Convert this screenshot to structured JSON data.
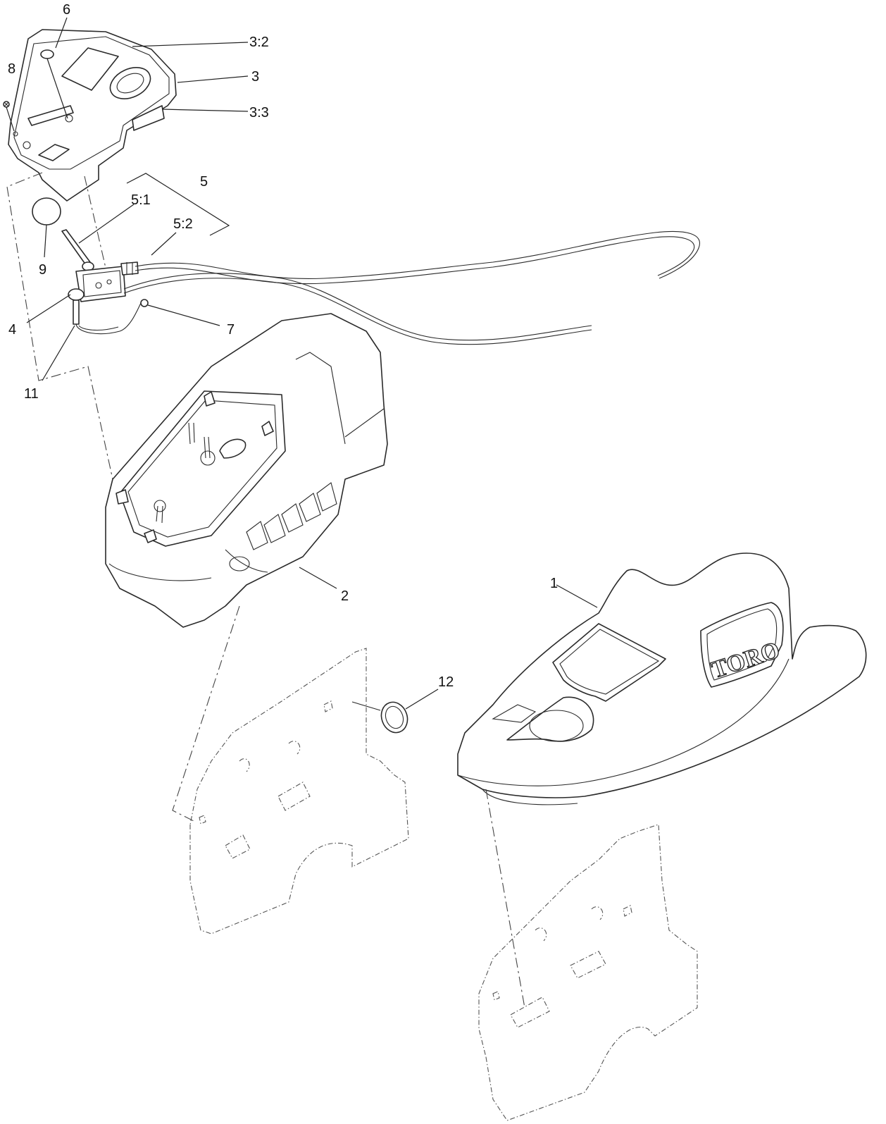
{
  "callouts": [
    {
      "id": "c1",
      "label": "1"
    },
    {
      "id": "c2",
      "label": "2"
    },
    {
      "id": "c3",
      "label": "3"
    },
    {
      "id": "c3_2",
      "label": "3:2"
    },
    {
      "id": "c3_3",
      "label": "3:3"
    },
    {
      "id": "c4",
      "label": "4"
    },
    {
      "id": "c5",
      "label": "5"
    },
    {
      "id": "c5_1",
      "label": "5:1"
    },
    {
      "id": "c5_2",
      "label": "5:2"
    },
    {
      "id": "c6",
      "label": "6"
    },
    {
      "id": "c7",
      "label": "7"
    },
    {
      "id": "c8",
      "label": "8"
    },
    {
      "id": "c9",
      "label": "9"
    },
    {
      "id": "c11",
      "label": "11"
    },
    {
      "id": "c12",
      "label": "12"
    }
  ],
  "brand_logo": "TORO"
}
